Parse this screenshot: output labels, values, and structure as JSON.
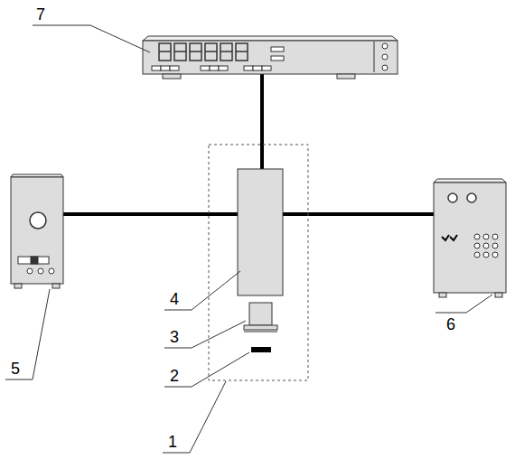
{
  "diagram": {
    "labels": [
      "7",
      "4",
      "6",
      "3",
      "5",
      "2",
      "1"
    ]
  }
}
